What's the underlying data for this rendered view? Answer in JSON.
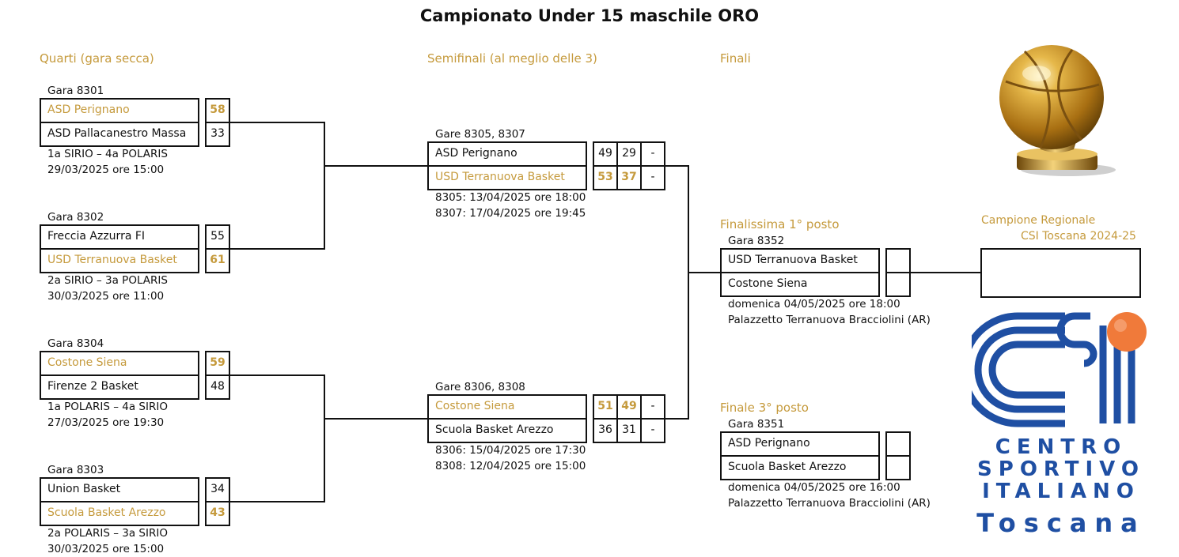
{
  "title": "Campionato Under 15 maschile ORO",
  "phases": {
    "quarters": "Quarti (gara secca)",
    "semis": "Semifinali (al meglio delle 3)",
    "finals": "Finali"
  },
  "quarters": [
    {
      "game": "Gara 8301",
      "team1": "ASD Perignano",
      "score1": "58",
      "team2": "ASD Pallacanestro Massa",
      "score2": "33",
      "info1": "1a SIRIO – 4a POLARIS",
      "info2": "29/03/2025 ore 15:00"
    },
    {
      "game": "Gara 8302",
      "team1": "Freccia Azzurra FI",
      "score1": "55",
      "team2": "USD Terranuova Basket",
      "score2": "61",
      "info1": "2a SIRIO – 3a POLARIS",
      "info2": "30/03/2025 ore 11:00"
    },
    {
      "game": "Gara 8304",
      "team1": "Costone Siena",
      "score1": "59",
      "team2": "Firenze 2 Basket",
      "score2": "48",
      "info1": "1a POLARIS – 4a SIRIO",
      "info2": "27/03/2025 ore 19:30"
    },
    {
      "game": "Gara 8303",
      "team1": "Union Basket",
      "score1": "34",
      "team2": "Scuola Basket Arezzo",
      "score2": "43",
      "info1": "2a POLARIS – 3a SIRIO",
      "info2": "30/03/2025 ore 15:00"
    }
  ],
  "semis": [
    {
      "game": "Gare 8305, 8307",
      "team1": "ASD Perignano",
      "scores1": [
        "49",
        "29",
        "-"
      ],
      "team2": "USD Terranuova Basket",
      "scores2": [
        "53",
        "37",
        "-"
      ],
      "info1": "8305: 13/04/2025 ore 18:00",
      "info2": "8307: 17/04/2025 ore 19:45"
    },
    {
      "game": "Gare 8306, 8308",
      "team1": "Costone Siena",
      "scores1": [
        "51",
        "49",
        "-"
      ],
      "team2": "Scuola Basket Arezzo",
      "scores2": [
        "36",
        "31",
        "-"
      ],
      "info1": "8306: 15/04/2025 ore 17:30",
      "info2": "8308: 12/04/2025 ore 15:00"
    }
  ],
  "final1": {
    "heading": "Finalissima 1° posto",
    "game": "Gara 8352",
    "team1": "USD Terranuova Basket",
    "score1": "",
    "team2": "Costone Siena",
    "score2": "",
    "info1": "domenica 04/05/2025 ore 18:00",
    "info2": "Palazzetto Terranuova Bracciolini (AR)"
  },
  "final3": {
    "heading": "Finale 3° posto",
    "game": "Gara 8351",
    "team1": "ASD Perignano",
    "score1": "",
    "team2": "Scuola Basket Arezzo",
    "score2": "",
    "info1": "domenica 04/05/2025 ore 16:00",
    "info2": "Palazzetto Terranuova Bracciolini (AR)"
  },
  "champion": {
    "line1": "Campione Regionale",
    "line2": "CSI Toscana 2024-25",
    "name": ""
  },
  "logo": {
    "icon": "csi-logo",
    "line1": "CENTRO",
    "line2": "SPORTIVO",
    "line3": "ITALIANO",
    "region": "Toscana",
    "blue": "#1f4fa3",
    "orange": "#f07a3a"
  },
  "trophy_icon": "golden-basketball-trophy-icon"
}
